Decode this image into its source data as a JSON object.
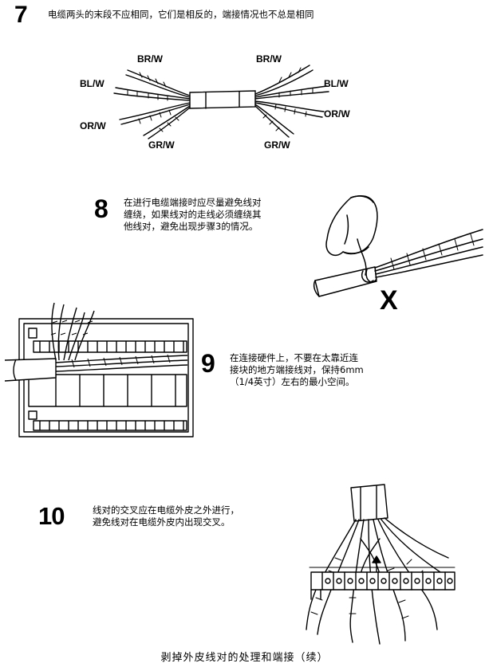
{
  "steps": [
    {
      "number": "7",
      "text": "电缆两头的末段不应相同，它们是相反的，端接情况也不总是相同"
    },
    {
      "number": "8",
      "text": "在进行电缆端接时应尽量避免线对\n缠绕，如果线对的走线必须缠绕其\n他线对，避免出现步骤3的情况。"
    },
    {
      "number": "9",
      "text": "在连接硬件上，不要在太靠近连\n接块的地方端接线对，保持6mm\n（1/4英寸）左右的最小空间。"
    },
    {
      "number": "10",
      "text": "线对的交叉应在电缆外皮之外进行，\n避免线对在电缆外皮内出现交叉。"
    }
  ],
  "diagram7": {
    "left_labels": [
      "BR/W",
      "BL/W",
      "OR/W",
      "GR/W"
    ],
    "right_labels": [
      "BR/W",
      "BL/W",
      "OR/W",
      "GR/W"
    ]
  },
  "diagram8": {
    "mark": "X"
  },
  "caption": "剥掉外皮线对的处理和端接（续）"
}
